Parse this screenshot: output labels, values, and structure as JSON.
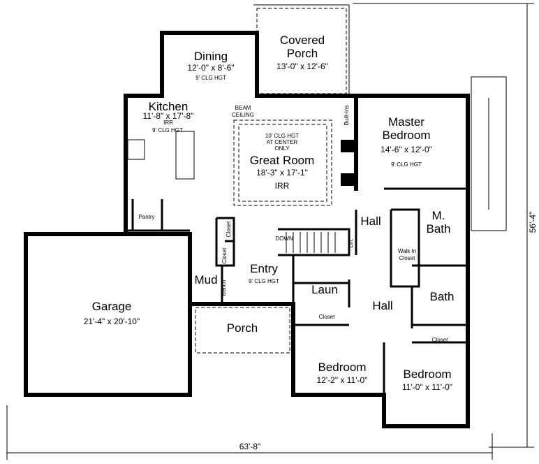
{
  "rooms": {
    "covered_porch": {
      "name_line1": "Covered",
      "name_line2": "Porch",
      "size": "13'-0\" x 12'-6\""
    },
    "dining": {
      "name": "Dining",
      "size": "12'-0\" x 8'-6\"",
      "ceiling": "9' CLG HGT"
    },
    "kitchen": {
      "name": "Kitchen",
      "size": "11'-8\" x 17'-8\"",
      "note": "IRR",
      "ceiling": "9' CLG HGT"
    },
    "great_room": {
      "name": "Great Room",
      "size": "18'-3\" x 17'-1\"",
      "note": "IRR",
      "beam_line1": "BEAM",
      "beam_line2": "CEILING",
      "ceiling_line1": "10' CLG HGT",
      "ceiling_line2": "AT CENTER",
      "ceiling_line3": "ONLY"
    },
    "built_ins": "Built-Ins",
    "master_bedroom": {
      "name_line1": "Master",
      "name_line2": "Bedroom",
      "size": "14'-6\" x 12'-0\"",
      "ceiling": "9' CLG HGT"
    },
    "master_bath": {
      "name_line1": "M.",
      "name_line2": "Bath"
    },
    "walk_in_closet": {
      "line1": "Walk In",
      "line2": "Closet"
    },
    "pantry": "Pantry",
    "closet_upper": "Closet",
    "closet_lower": "Closet",
    "mud": "Mud",
    "bench": "Bench",
    "entry": {
      "name": "Entry",
      "ceiling": "9' CLG HGT"
    },
    "stairs_down": "DOWN",
    "linen": "Lin.",
    "hall_upper": "Hall",
    "hall_lower": "Hall",
    "laundry": "Laun",
    "bath": "Bath",
    "garage": {
      "name": "Garage",
      "size": "21'-4\" x 20'-10\""
    },
    "porch": "Porch",
    "bedroom_closet_1": "Closet",
    "bedroom_closet_2": "Closet",
    "bedroom_1": {
      "name": "Bedroom",
      "size": "12'-2\" x 11'-0\""
    },
    "bedroom_2": {
      "name": "Bedroom",
      "size": "11'-0\" x 11'-0\""
    }
  },
  "dimensions": {
    "width": "63'-8\"",
    "depth": "56'-4\""
  }
}
